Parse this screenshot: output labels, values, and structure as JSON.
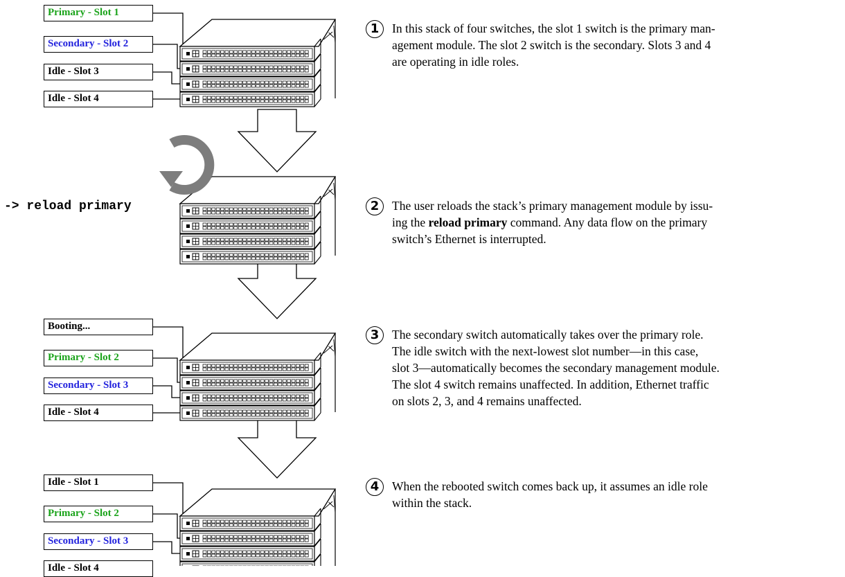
{
  "colors": {
    "primary": "#1aa31a",
    "secondary": "#2222dd",
    "idle": "#000000",
    "reload_icon": "#7d7d7d"
  },
  "icons": [
    "reload-icon",
    "down-arrow-icon",
    "switch-unit-icon"
  ],
  "stages": [
    {
      "labels": [
        {
          "text": "Primary - Slot 1",
          "role": "primary"
        },
        {
          "text": "Secondary - Slot 2",
          "role": "secondary"
        },
        {
          "text": "Idle - Slot 3",
          "role": "idle"
        },
        {
          "text": "Idle - Slot 4",
          "role": "idle"
        }
      ]
    },
    {
      "labels": []
    },
    {
      "labels": [
        {
          "text": "Booting...",
          "role": "idle"
        },
        {
          "text": "Primary - Slot 2",
          "role": "primary"
        },
        {
          "text": "Secondary - Slot 3",
          "role": "secondary"
        },
        {
          "text": "Idle - Slot 4",
          "role": "idle"
        }
      ]
    },
    {
      "labels": [
        {
          "text": "Idle - Slot 1",
          "role": "idle"
        },
        {
          "text": "Primary - Slot 2",
          "role": "primary"
        },
        {
          "text": "Secondary - Slot 3",
          "role": "secondary"
        },
        {
          "text": "Idle - Slot 4",
          "role": "idle"
        }
      ]
    }
  ],
  "command": "-> reload primary",
  "steps": [
    {
      "num": "1",
      "html": "In this stack of four switches, the slot 1 switch is the primary man-<br>agement module. The slot 2 switch is the secondary. Slots 3 and 4<br>are operating in idle roles."
    },
    {
      "num": "2",
      "html": "The user reloads the stack’s primary management module by issu-<br>ing the <b>reload primary</b> command. Any data flow on the primary<br>switch’s Ethernet is interrupted."
    },
    {
      "num": "3",
      "html": "The secondary switch automatically takes over the primary role.<br>The idle switch with the next-lowest slot number—in this case,<br>slot 3—automatically becomes the secondary management module.<br>The slot 4 switch remains unaffected. In addition, Ethernet traffic<br>on slots 2, 3, and 4 remains unaffected."
    },
    {
      "num": "4",
      "html": "When the rebooted switch comes back up, it assumes an idle role<br>within the stack."
    }
  ]
}
